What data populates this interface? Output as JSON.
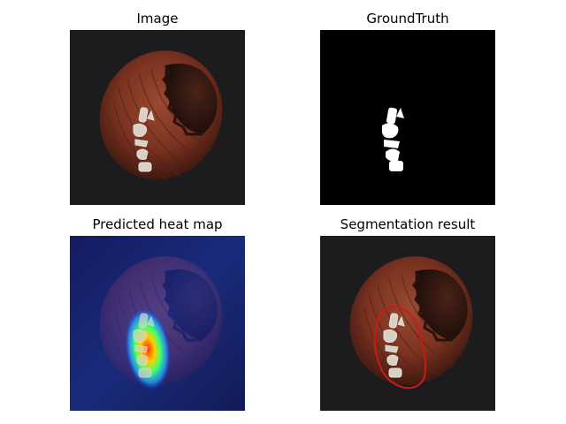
{
  "panels": {
    "image": {
      "title": "Image"
    },
    "ground_truth": {
      "title": "GroundTruth"
    },
    "heat_map": {
      "title": "Predicted heat map"
    },
    "segmentation": {
      "title": "Segmentation result"
    }
  },
  "colors": {
    "background": "#1c1c1e",
    "nut_shell": "#7a3220",
    "nut_cap": "#3a1c14",
    "defect_text": "#d8d2c6",
    "mask": "#ffffff",
    "mask_bg": "#000000",
    "contour": "#d01818"
  },
  "icons": {
    "defect_marking": "handwritten-white-scribble"
  }
}
